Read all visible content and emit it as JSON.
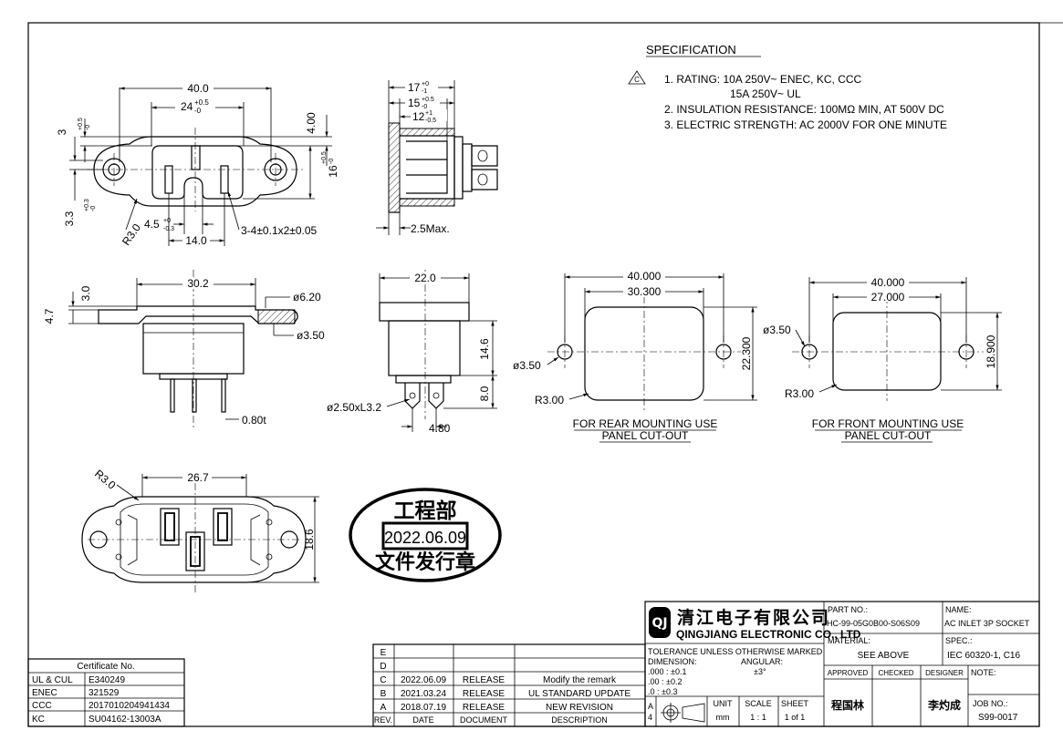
{
  "spec": {
    "title": "SPECIFICATION",
    "note_symbol": "C",
    "line1": "1. RATING: 10A 250V~ ENEC, KC, CCC",
    "line1b": "15A 250V~ UL",
    "line2": "2. INSULATION RESISTANCE: 100MΩ MIN, AT 500V DC",
    "line3": "3. ELECTRIC STRENGTH: AC 2000V FOR ONE MINUTE"
  },
  "dims": {
    "d40": "40.0",
    "d24": "24",
    "d24tol_up": "+0.5",
    "d24tol_dn": "-0",
    "d3": "3",
    "d3tol_up": "+0.5",
    "d3tol_dn": "-0",
    "d4": "4.00",
    "d16": "16",
    "d16tol_up": "+0.5",
    "d16tol_dn": "-0",
    "d33": "3.3",
    "d33tol_up": "+0.3",
    "d33tol_dn": "-0",
    "r30": "R3.0",
    "d45": "4.5",
    "d45tol_up": "+0",
    "d45tol_dn": "-0.3",
    "d14": "14.0",
    "pin": "3-4±0.1x2±0.05",
    "d17": "17",
    "d17tol_up": "+0",
    "d17tol_dn": "-1",
    "d15": "15",
    "d15tol_up": "+0.5",
    "d15tol_dn": "-0",
    "d12": "12",
    "d12tol_up": "+1",
    "d12tol_dn": "-0.5",
    "d25max": "2.5Max.",
    "d302": "30.2",
    "d30": "3.0",
    "d47": "4.7",
    "dia620": "ø6.20",
    "dia350": "ø3.50",
    "d080": "0.80t",
    "d22": "22.0",
    "d146": "14.6",
    "d80": "8.0",
    "dia250": "ø2.50xL3.2",
    "d480": "4.80",
    "r_d40": "40.000",
    "r_d303": "30.300",
    "r_dia": "ø3.50",
    "r_d223": "22.300",
    "r_r3": "R3.00",
    "r_cap1": "FOR REAR MOUNTING USE",
    "r_cap2": "PANEL CUT-OUT",
    "f_d40": "40.000",
    "f_d27": "27.000",
    "f_dia": "ø3.50",
    "f_d189": "18.900",
    "f_r3": "R3.00",
    "f_cap1": "FOR FRONT MOUNTING USE",
    "f_cap2": "PANEL CUT-OUT",
    "b_r3": "R3.0",
    "b_d267": "26.7",
    "b_d186": "18.6"
  },
  "stamp": {
    "top": "工程部",
    "date": "2022.06.09",
    "bottom": "文件发行章"
  },
  "cert": {
    "title": "Certificate No.",
    "rows": [
      [
        "UL & CUL",
        "E340249"
      ],
      [
        "ENEC",
        "321529"
      ],
      [
        "CCC",
        "2017010204941434"
      ],
      [
        "KC",
        "SU04162-13003A"
      ]
    ]
  },
  "revisions": {
    "rows": [
      [
        "E",
        "",
        "",
        ""
      ],
      [
        "D",
        "",
        "",
        ""
      ],
      [
        "C",
        "2022.06.09",
        "RELEASE",
        "Modify the remark"
      ],
      [
        "B",
        "2021.03.24",
        "RELEASE",
        "UL STANDARD UPDATE"
      ],
      [
        "A",
        "2018.07.19",
        "RELEASE",
        "NEW REVISION"
      ]
    ],
    "header": [
      "REV.",
      "DATE",
      "DOCUMENT",
      "DESCRIPTION"
    ]
  },
  "company": {
    "logo": "QJ",
    "name_cn": "清江电子有限公司",
    "name_en": "QINGJIANG ELECTRONIC CO., LTD"
  },
  "tolerance": {
    "line1": "TOLERANCE UNLESS OTHERWISE MARKED",
    "dimension": "DIMENSION:",
    "angular": "ANGULAR:",
    "t1": ".000 : ±0.1",
    "t2": ".00   : ±0.2",
    "t3": ".0     : ±0.3",
    "ang": "±3°"
  },
  "units": {
    "unit_label": "UNIT",
    "unit": "mm",
    "scale_label": "SCALE",
    "scale": "1 : 1",
    "sheet_label": "SHEET",
    "sheet": "1 of 1",
    "proj_a": "A",
    "proj_4": "4"
  },
  "title_block": {
    "part_label": "PART NO.:",
    "part": "HC-99-05G0B00-S06S09",
    "name_label": "NAME:",
    "name": "AC INLET 3P SOCKET",
    "material_label": "MATERIAL:",
    "material": "SEE ABOVE",
    "spec_label": "SPEC.:",
    "spec": "IEC 60320-1, C16",
    "approved": "APPROVED",
    "checked": "CHECKED",
    "designer": "DESIGNER",
    "note": "NOTE:",
    "approved_name": "程国林",
    "designer_name": "李灼成",
    "job_label": "JOB NO.:",
    "job": "S99-0017"
  }
}
